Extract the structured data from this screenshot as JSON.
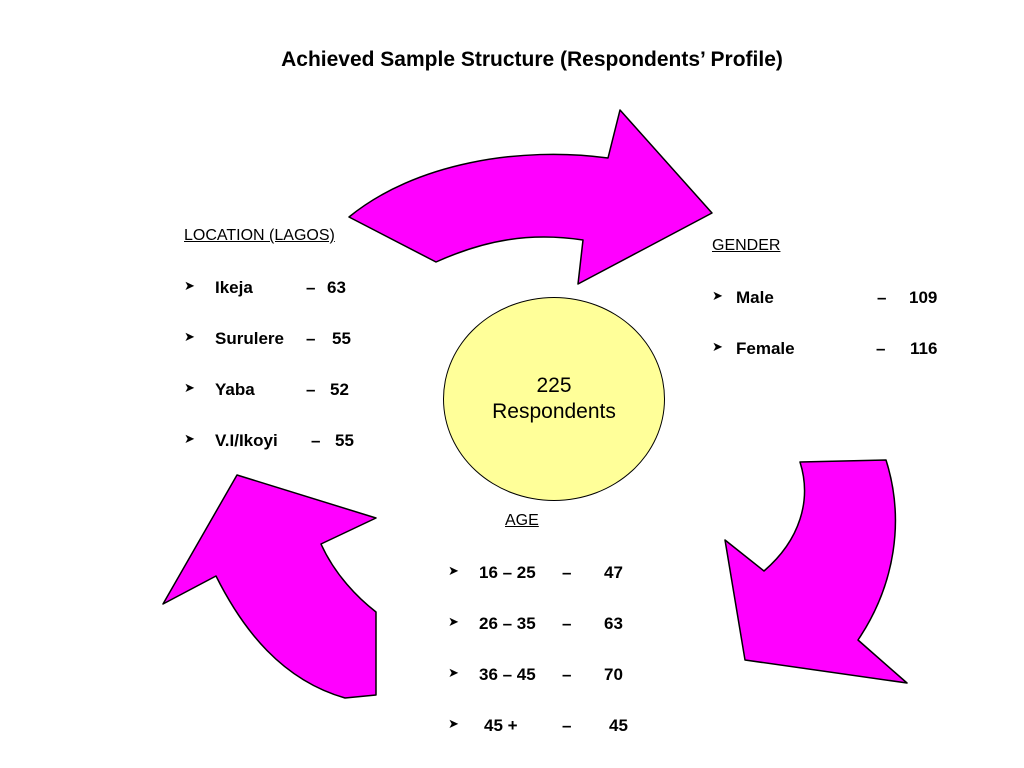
{
  "title": "Achieved Sample Structure (Respondents’ Profile)",
  "hub": {
    "line1": "225",
    "line2": "Respondents"
  },
  "bullet_icon": "arrowhead-bullet-icon",
  "colors": {
    "arrow_fill": "#ff00ff",
    "hub_fill": "#ffff99",
    "outline": "#000000"
  },
  "location": {
    "heading": "LOCATION (LAGOS)",
    "items": [
      {
        "name": "Ikeja",
        "dash": "–",
        "value": "63"
      },
      {
        "name": "Surulere",
        "dash": "–",
        "value": "55"
      },
      {
        "name": "Yaba",
        "dash": "–",
        "value": "52"
      },
      {
        "name": "V.I/Ikoyi",
        "dash": "–",
        "value": "55"
      }
    ]
  },
  "gender": {
    "heading": "GENDER",
    "items": [
      {
        "name": "Male",
        "dash": "–",
        "value": "109"
      },
      {
        "name": "Female",
        "dash": "–",
        "value": "116"
      }
    ]
  },
  "age": {
    "heading": "AGE",
    "items": [
      {
        "name": "16 – 25",
        "dash": "–",
        "value": "47"
      },
      {
        "name": "26 – 35",
        "dash": "–",
        "value": "63"
      },
      {
        "name": "36 – 45",
        "dash": "–",
        "value": "70"
      },
      {
        "name": "45 +",
        "dash": "–",
        "value": "45"
      }
    ]
  }
}
